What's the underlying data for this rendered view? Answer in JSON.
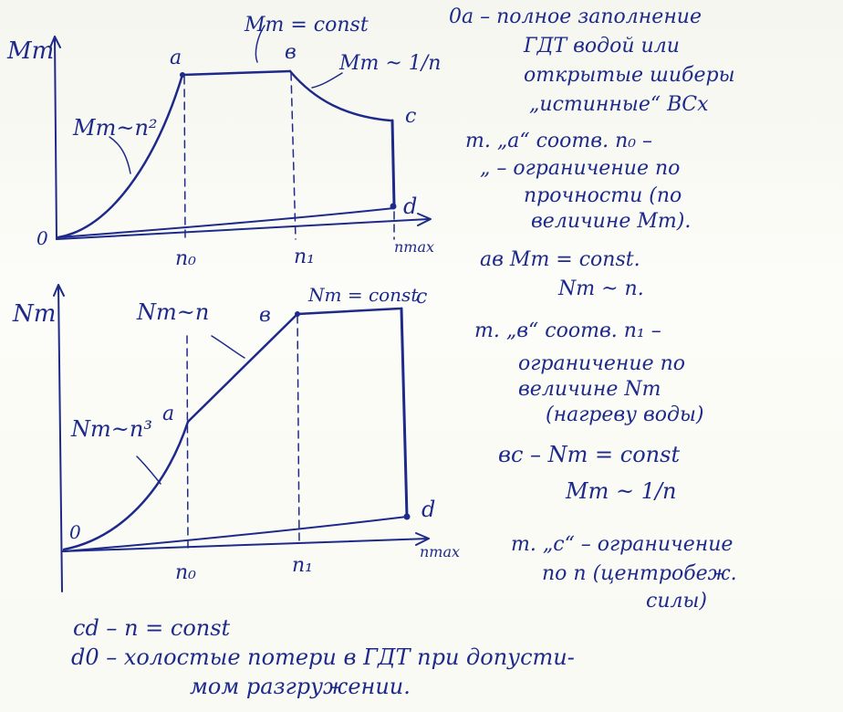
{
  "top_graph": {
    "y_axis_label": "Mт",
    "annotation_curve": "Mт~n²",
    "annotation_const": "Mт = const",
    "annotation_hyper": "Mт ~ 1/n",
    "point_0": "0",
    "point_a": "a",
    "point_b": "в",
    "point_c": "c",
    "point_d": "d",
    "tick_n0": "n₀",
    "tick_n1": "n₁",
    "tick_nmax": "nmax"
  },
  "bottom_graph": {
    "y_axis_label": "Nт",
    "annotation_cubic": "Nт~n³",
    "annotation_linear": "Nт~n",
    "annotation_const": "Nт = const",
    "point_0": "0",
    "point_a": "a",
    "point_b": "в",
    "point_c": "c",
    "point_d": "d",
    "tick_n0": "n₀",
    "tick_n1": "n₁",
    "tick_nmax": "nmax"
  },
  "right_notes": [
    "0a – полное заполнение",
    "ГДТ водой или",
    "открытые шиберы",
    "„истинные“ ВСх",
    "т. „a“ соотв. n₀ –",
    "„ – ограничение по",
    "прочности (по",
    "величине Mт).",
    "aв  Mт = const.",
    "Nт ~ n.",
    "т. „в“ соотв. n₁ –",
    "ограничение по",
    "величине Nт",
    "(нагреву воды)",
    "вc – Nт = const",
    "Mт ~ 1/n",
    "т. „c“ – ограничение",
    "по n (центробеж.",
    "силы)"
  ],
  "bottom_notes": [
    "cd  – n = const",
    "d0 – холостые потери в ГДТ при допусти-",
    "мом разгружении."
  ]
}
